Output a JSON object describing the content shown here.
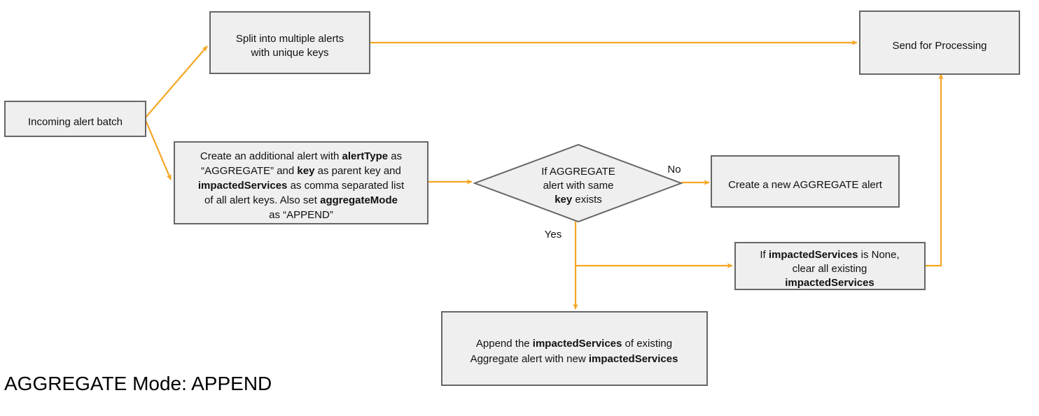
{
  "diagram": {
    "title": "AGGREGATE Mode: APPEND",
    "theme": {
      "node_fill": "#efefef",
      "node_border": "#666666",
      "connector": "#f5a623",
      "text": "#111111",
      "background": "#ffffff"
    },
    "nodes": {
      "incoming": {
        "shape": "rect",
        "lines": [
          [
            {
              "t": "Incoming alert batch",
              "b": false
            }
          ]
        ]
      },
      "split": {
        "shape": "rect",
        "lines": [
          [
            {
              "t": "Split into multiple alerts",
              "b": false
            }
          ],
          [
            {
              "t": "with unique keys",
              "b": false
            }
          ]
        ]
      },
      "send": {
        "shape": "rect",
        "lines": [
          [
            {
              "t": "Send for Processing",
              "b": false
            }
          ]
        ]
      },
      "create_additional": {
        "shape": "rect",
        "lines": [
          [
            {
              "t": "Create an additional alert with ",
              "b": false
            },
            {
              "t": "alertType",
              "b": true
            },
            {
              "t": " as",
              "b": false
            }
          ],
          [
            {
              "t": "“AGGREGATE” and ",
              "b": false
            },
            {
              "t": "key",
              "b": true
            },
            {
              "t": " as parent key and",
              "b": false
            }
          ],
          [
            {
              "t": "impactedServices",
              "b": true
            },
            {
              "t": " as comma separated list",
              "b": false
            }
          ],
          [
            {
              "t": "of all alert keys. Also set ",
              "b": false
            },
            {
              "t": "aggregateMode",
              "b": true
            }
          ],
          [
            {
              "t": "as “APPEND”",
              "b": false
            }
          ]
        ]
      },
      "decision": {
        "shape": "diamond",
        "lines": [
          [
            {
              "t": "If AGGREGATE",
              "b": false
            }
          ],
          [
            {
              "t": "alert with same",
              "b": false
            }
          ],
          [
            {
              "t": "key",
              "b": true
            },
            {
              "t": " exists",
              "b": false
            }
          ]
        ]
      },
      "create_new_aggregate": {
        "shape": "rect",
        "lines": [
          [
            {
              "t": "Create a new AGGREGATE alert",
              "b": false
            }
          ]
        ]
      },
      "clear_existing": {
        "shape": "rect",
        "lines": [
          [
            {
              "t": "If ",
              "b": false
            },
            {
              "t": "impactedServices",
              "b": true
            },
            {
              "t": " is None,",
              "b": false
            }
          ],
          [
            {
              "t": "clear all existing",
              "b": false
            }
          ],
          [
            {
              "t": "impactedServices",
              "b": true
            }
          ]
        ]
      },
      "append": {
        "shape": "rect",
        "lines": [
          [
            {
              "t": "Append the ",
              "b": false
            },
            {
              "t": "impactedServices",
              "b": true
            },
            {
              "t": " of existing",
              "b": false
            }
          ],
          [
            {
              "t": "Aggregate alert with new ",
              "b": false
            },
            {
              "t": "impactedServices",
              "b": true
            }
          ]
        ]
      }
    },
    "edge_labels": {
      "no": "No",
      "yes": "Yes"
    }
  }
}
